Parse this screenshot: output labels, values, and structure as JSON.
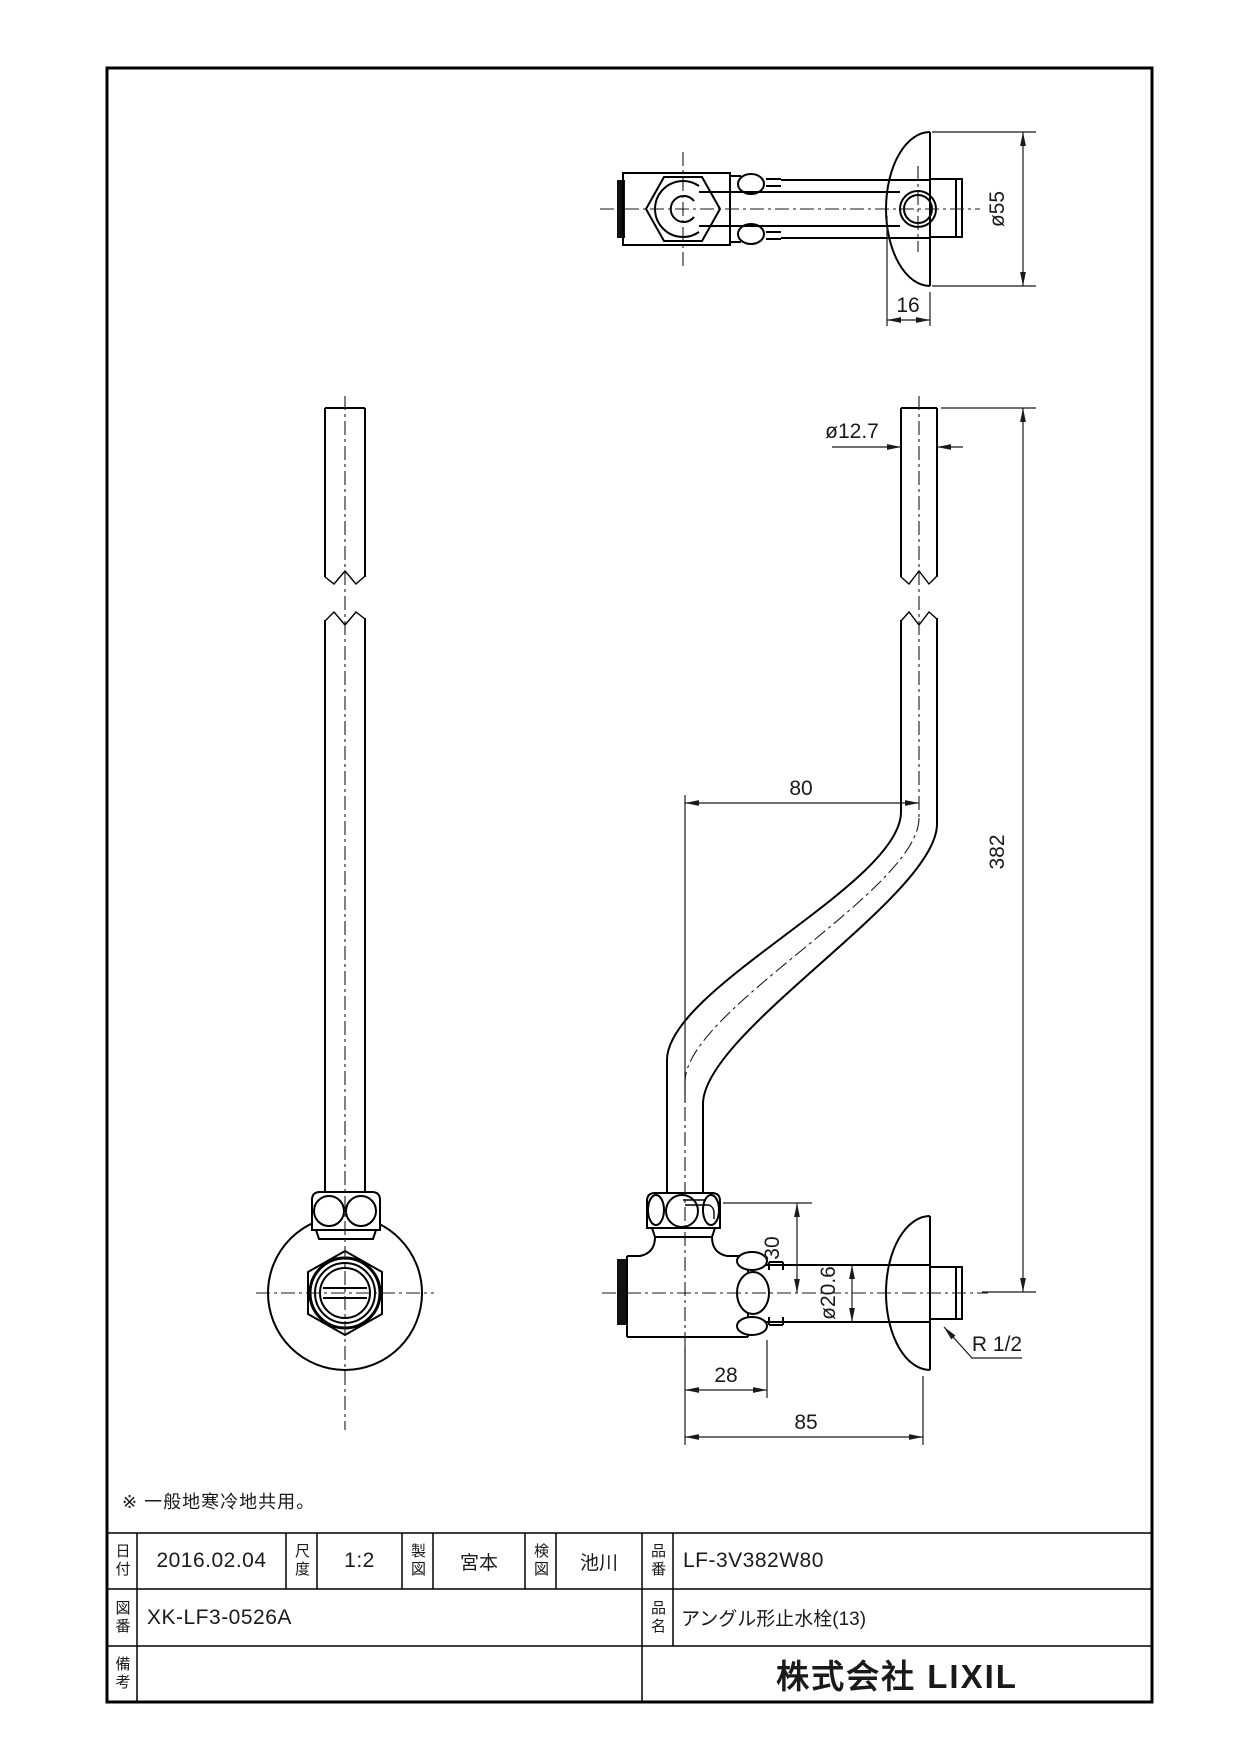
{
  "note": "※ 一般地寒冷地共用。",
  "dims": {
    "flange_dia": "ø55",
    "flange_depth": "16",
    "riser_dia": "ø12.7",
    "riser_len": "382",
    "offset_top": "80",
    "body_height": "30",
    "outlet_dia": "ø20.6",
    "thread": "R 1/2",
    "offset_out": "28",
    "wall_dist": "85"
  },
  "title_block": {
    "date_label": "日付",
    "date": "2016.02.04",
    "scale_label": "尺度",
    "scale": "1:2",
    "drafter_label": "製図",
    "drafter": "宮本",
    "checker_label": "検図",
    "checker": "池川",
    "part_no_label": "品番",
    "part_no": "LF-3V382W80",
    "drawing_no_label": "図番",
    "drawing_no": "XK-LF3-0526A",
    "product_name_label": "品名",
    "product_name": "アングル形止水栓(13)",
    "remarks_label": "備考",
    "company": "株式会社 LIXIL"
  }
}
